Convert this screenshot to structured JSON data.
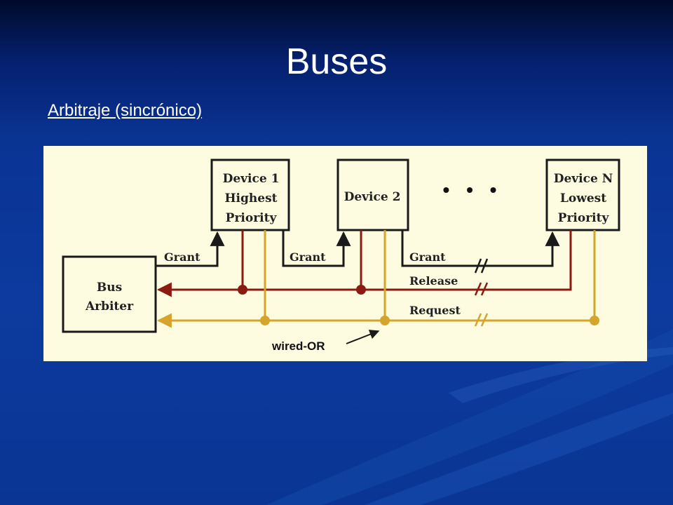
{
  "slide": {
    "title": "Buses",
    "subtitle": "Arbitraje (sincrónico)"
  },
  "diagram": {
    "bus_arbiter": {
      "line1": "Bus",
      "line2": "Arbiter"
    },
    "devices": [
      {
        "line1": "Device 1",
        "line2": "Highest",
        "line3": "Priority"
      },
      {
        "line1": "Device 2"
      },
      {
        "line1": "Device N",
        "line2": "Lowest",
        "line3": "Priority"
      }
    ],
    "ellipsis": "• • •",
    "signals": {
      "grant_1": "Grant",
      "grant_2": "Grant",
      "grant_3": "Grant",
      "release": "Release",
      "request": "Request"
    },
    "wired_or_label": "wired-OR",
    "colors": {
      "panel": "#fdfbe0",
      "release_line": "#8b1a10",
      "request_line": "#d4a52a",
      "grant_line": "#1a1a1a"
    }
  }
}
